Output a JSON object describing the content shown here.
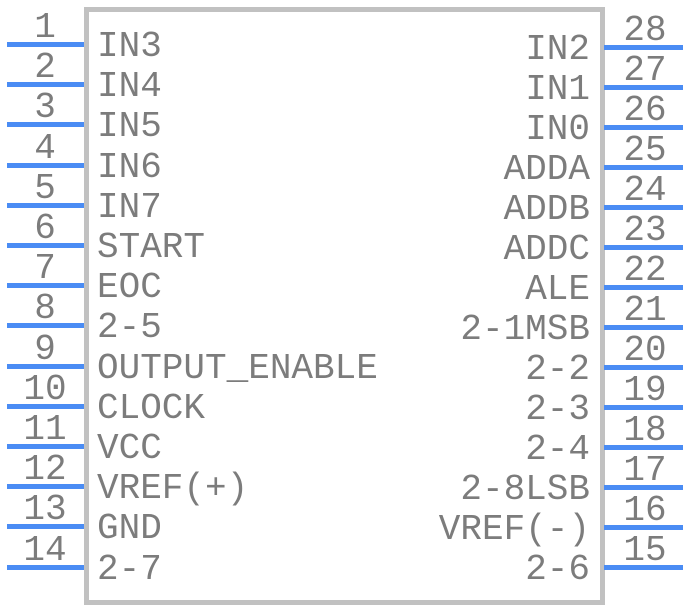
{
  "diagram": {
    "kind": "ic-pinout",
    "pin_count": 28
  },
  "colors": {
    "pin_line": "#4a8cf4",
    "text": "#7c7c7c",
    "body_border": "#c1c1c1",
    "body_fill": "#ffffff"
  },
  "pins": {
    "left": [
      {
        "number": "1",
        "label": "IN3"
      },
      {
        "number": "2",
        "label": "IN4"
      },
      {
        "number": "3",
        "label": "IN5"
      },
      {
        "number": "4",
        "label": "IN6"
      },
      {
        "number": "5",
        "label": "IN7"
      },
      {
        "number": "6",
        "label": "START"
      },
      {
        "number": "7",
        "label": "EOC"
      },
      {
        "number": "8",
        "label": "2-5"
      },
      {
        "number": "9",
        "label": "OUTPUT_ENABLE"
      },
      {
        "number": "10",
        "label": "CLOCK"
      },
      {
        "number": "11",
        "label": "VCC"
      },
      {
        "number": "12",
        "label": "VREF(+)"
      },
      {
        "number": "13",
        "label": "GND"
      },
      {
        "number": "14",
        "label": "2-7"
      }
    ],
    "right": [
      {
        "number": "28",
        "label": "IN2"
      },
      {
        "number": "27",
        "label": "IN1"
      },
      {
        "number": "26",
        "label": "IN0"
      },
      {
        "number": "25",
        "label": "ADDA"
      },
      {
        "number": "24",
        "label": "ADDB"
      },
      {
        "number": "23",
        "label": "ADDC"
      },
      {
        "number": "22",
        "label": "ALE"
      },
      {
        "number": "21",
        "label": "2-1MSB"
      },
      {
        "number": "20",
        "label": "2-2"
      },
      {
        "number": "19",
        "label": "2-3"
      },
      {
        "number": "18",
        "label": "2-4"
      },
      {
        "number": "17",
        "label": "2-8LSB"
      },
      {
        "number": "16",
        "label": "VREF(-)"
      },
      {
        "number": "15",
        "label": "2-6"
      }
    ]
  }
}
